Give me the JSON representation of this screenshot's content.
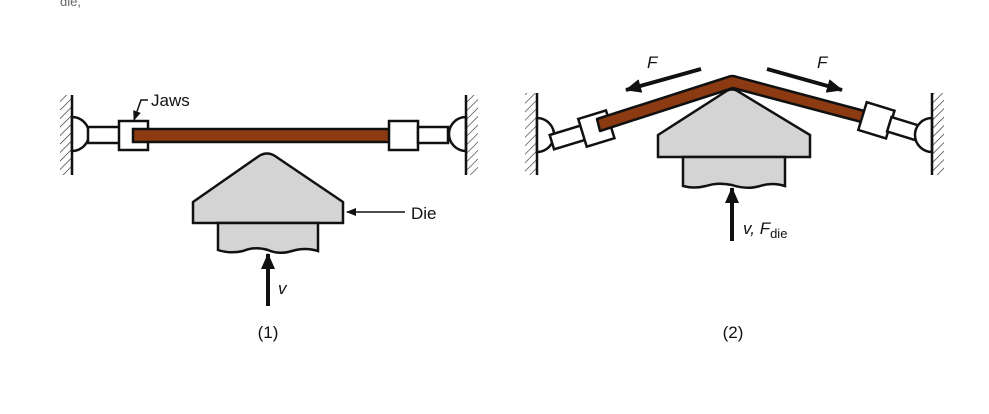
{
  "header_fragment": "die,",
  "colors": {
    "sheet": "#8b3a12",
    "die": "#d4d4d4",
    "line": "#111111"
  },
  "panel1": {
    "caption": "(1)",
    "jaws_label": "Jaws",
    "die_label": "Die",
    "velocity_label": "v"
  },
  "panel2": {
    "caption": "(2)",
    "force_left_label": "F",
    "force_right_label": "F",
    "velocity_label": "v, ",
    "die_force_label": "F",
    "die_force_subscript": "die"
  }
}
